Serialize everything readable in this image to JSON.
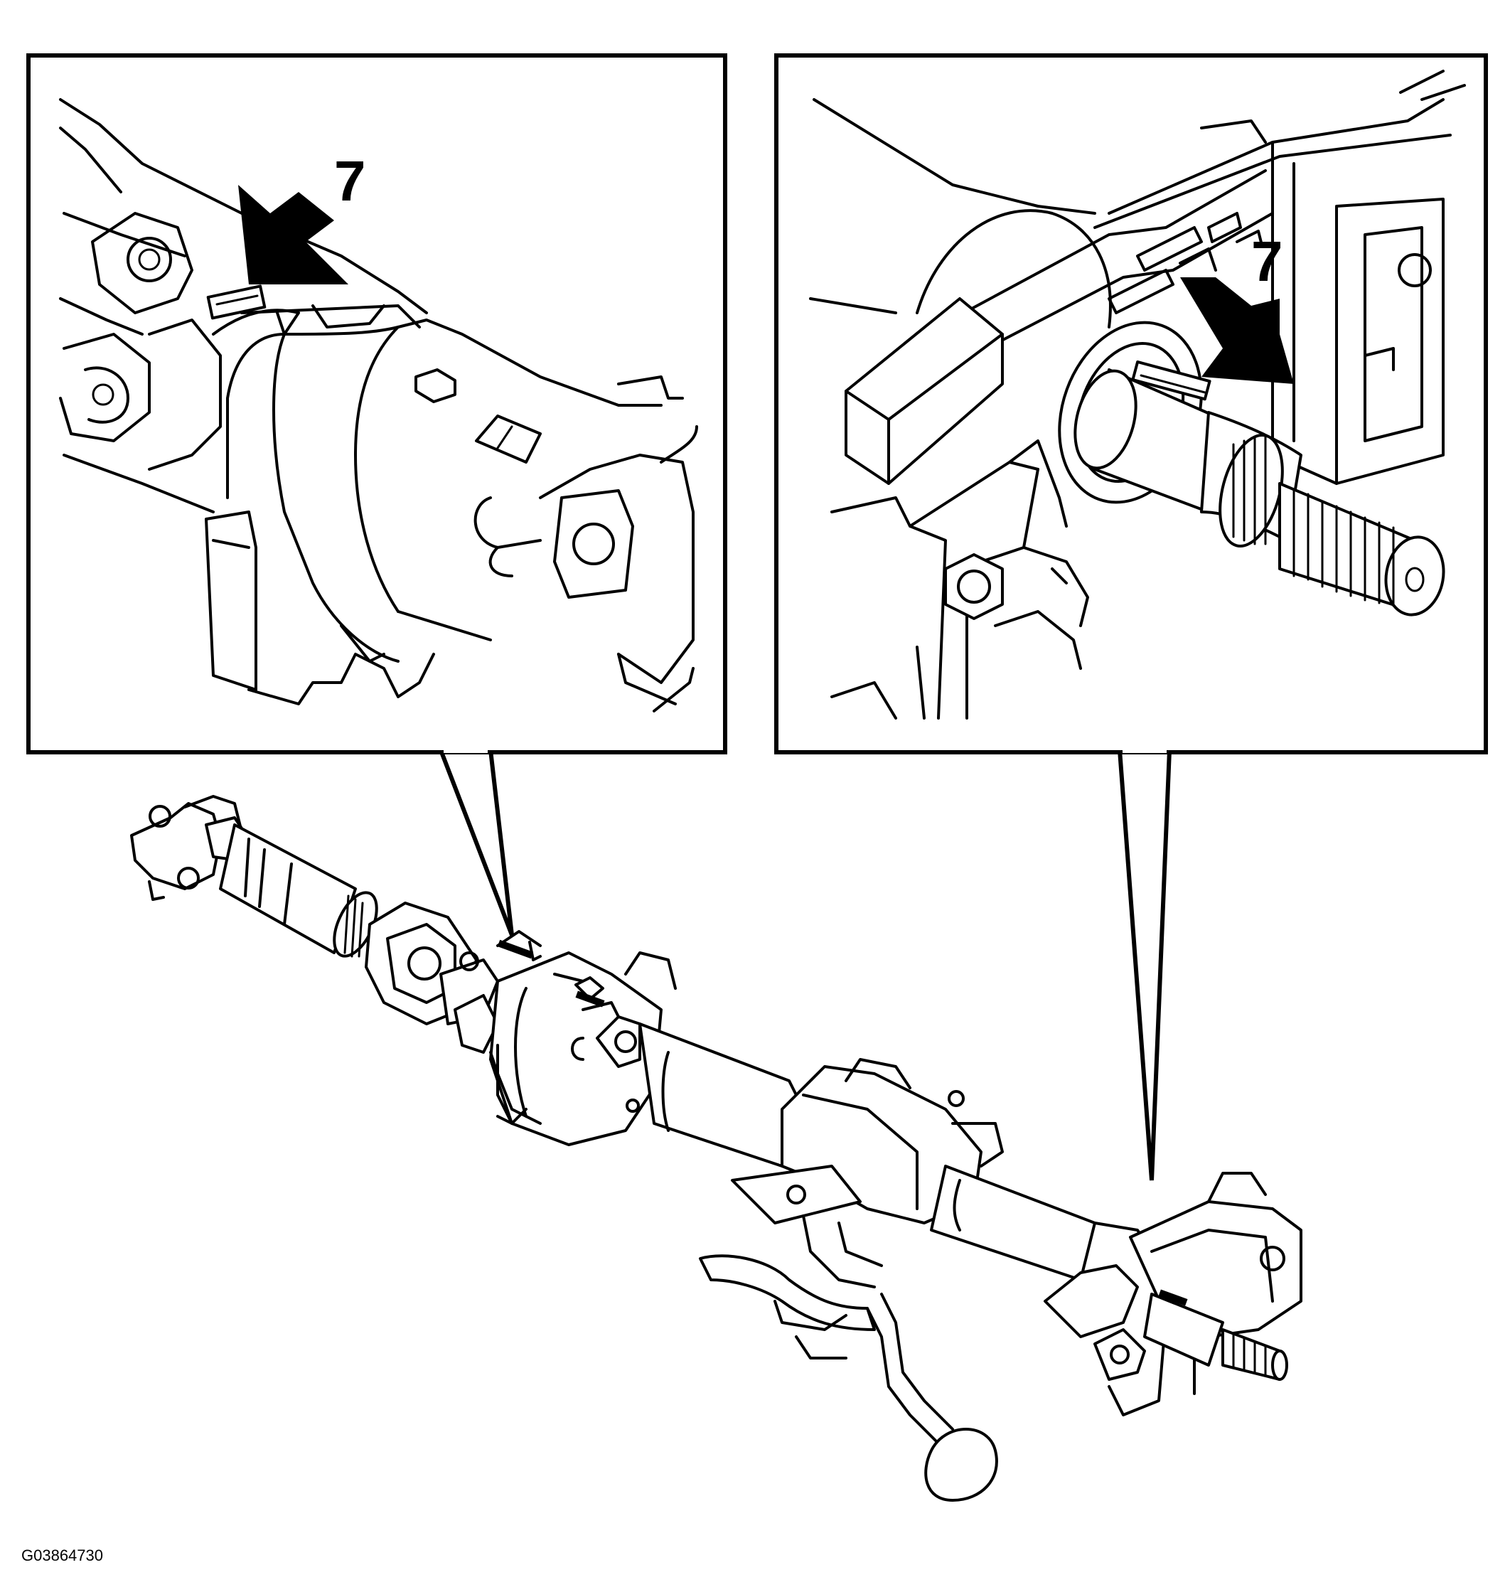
{
  "callouts": {
    "left_inset_label": "7",
    "right_inset_label": "7"
  },
  "figure_id": "G03864730",
  "colors": {
    "ink": "#000000",
    "paper": "#ffffff"
  }
}
